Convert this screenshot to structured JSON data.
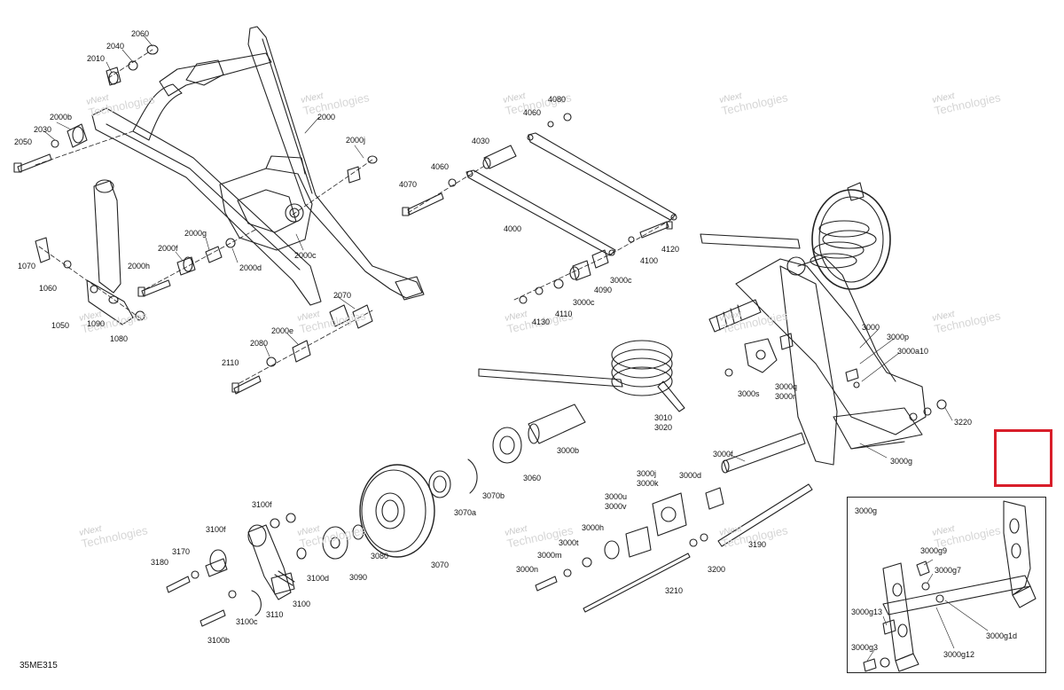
{
  "diagram_code": "35ME315",
  "watermark": {
    "line1": "vNext",
    "line2": "Technologies"
  },
  "inset": {
    "title": "3000g"
  },
  "highlight_color": "#d81e2a",
  "callouts": [
    {
      "id": "c2060",
      "text": "2060"
    },
    {
      "id": "c2040",
      "text": "2040"
    },
    {
      "id": "c2010",
      "text": "2010"
    },
    {
      "id": "c2000b",
      "text": "2000b"
    },
    {
      "id": "c2030",
      "text": "2030"
    },
    {
      "id": "c2050",
      "text": "2050"
    },
    {
      "id": "c2000",
      "text": "2000"
    },
    {
      "id": "c2000j",
      "text": "2000j"
    },
    {
      "id": "c2000g",
      "text": "2000g"
    },
    {
      "id": "c2000f",
      "text": "2000f"
    },
    {
      "id": "c2000d",
      "text": "2000d"
    },
    {
      "id": "c2000c",
      "text": "2000c"
    },
    {
      "id": "c2000h",
      "text": "2000h"
    },
    {
      "id": "c1070",
      "text": "1070"
    },
    {
      "id": "c1060",
      "text": "1060"
    },
    {
      "id": "c1050",
      "text": "1050"
    },
    {
      "id": "c1090",
      "text": "1090"
    },
    {
      "id": "c1080",
      "text": "1080"
    },
    {
      "id": "c2070",
      "text": "2070"
    },
    {
      "id": "c2000e",
      "text": "2000e"
    },
    {
      "id": "c2080",
      "text": "2080"
    },
    {
      "id": "c2110",
      "text": "2110"
    },
    {
      "id": "c4080",
      "text": "4080"
    },
    {
      "id": "c4060a",
      "text": "4060"
    },
    {
      "id": "c4030",
      "text": "4030"
    },
    {
      "id": "c4060b",
      "text": "4060"
    },
    {
      "id": "c4070",
      "text": "4070"
    },
    {
      "id": "c4000",
      "text": "4000"
    },
    {
      "id": "c4120",
      "text": "4120"
    },
    {
      "id": "c4100",
      "text": "4100"
    },
    {
      "id": "c3000c1",
      "text": "3000c"
    },
    {
      "id": "c4090",
      "text": "4090"
    },
    {
      "id": "c3000c2",
      "text": "3000c"
    },
    {
      "id": "c4110",
      "text": "4110"
    },
    {
      "id": "c4130",
      "text": "4130"
    },
    {
      "id": "c3000",
      "text": "3000"
    },
    {
      "id": "c3000p",
      "text": "3000p"
    },
    {
      "id": "c3000a10",
      "text": "3000a10"
    },
    {
      "id": "c3000q",
      "text": "3000q"
    },
    {
      "id": "c3000r",
      "text": "3000r"
    },
    {
      "id": "c3000s",
      "text": "3000s"
    },
    {
      "id": "c3010",
      "text": "3010"
    },
    {
      "id": "c3020",
      "text": "3020"
    },
    {
      "id": "c3220",
      "text": "3220"
    },
    {
      "id": "c3000g",
      "text": "3000g"
    },
    {
      "id": "c3000f",
      "text": "3000f"
    },
    {
      "id": "c3000b",
      "text": "3000b"
    },
    {
      "id": "c3060",
      "text": "3060"
    },
    {
      "id": "c3070b",
      "text": "3070b"
    },
    {
      "id": "c3070a",
      "text": "3070a"
    },
    {
      "id": "c3070",
      "text": "3070"
    },
    {
      "id": "c3080",
      "text": "3080"
    },
    {
      "id": "c3090",
      "text": "3090"
    },
    {
      "id": "c3100d",
      "text": "3100d"
    },
    {
      "id": "c3100",
      "text": "3100"
    },
    {
      "id": "c3100f1",
      "text": "3100f"
    },
    {
      "id": "c3100f2",
      "text": "3100f"
    },
    {
      "id": "c3170",
      "text": "3170"
    },
    {
      "id": "c3180",
      "text": "3180"
    },
    {
      "id": "c3110",
      "text": "3110"
    },
    {
      "id": "c3100c",
      "text": "3100c"
    },
    {
      "id": "c3100b",
      "text": "3100b"
    },
    {
      "id": "c3000j",
      "text": "3000j"
    },
    {
      "id": "c3000k",
      "text": "3000k"
    },
    {
      "id": "c3000d",
      "text": "3000d"
    },
    {
      "id": "c3000u",
      "text": "3000u"
    },
    {
      "id": "c3000v",
      "text": "3000v"
    },
    {
      "id": "c3000h",
      "text": "3000h"
    },
    {
      "id": "c3000t",
      "text": "3000t"
    },
    {
      "id": "c3000m",
      "text": "3000m"
    },
    {
      "id": "c3000n",
      "text": "3000n"
    },
    {
      "id": "c3190",
      "text": "3190"
    },
    {
      "id": "c3200",
      "text": "3200"
    },
    {
      "id": "c3210",
      "text": "3210"
    },
    {
      "id": "c3000g9",
      "text": "3000g9"
    },
    {
      "id": "c3000g7",
      "text": "3000g7"
    },
    {
      "id": "c3000g13",
      "text": "3000g13"
    },
    {
      "id": "c3000g1d",
      "text": "3000g1d"
    },
    {
      "id": "c3000g3",
      "text": "3000g3"
    },
    {
      "id": "c3000g12",
      "text": "3000g12"
    }
  ]
}
